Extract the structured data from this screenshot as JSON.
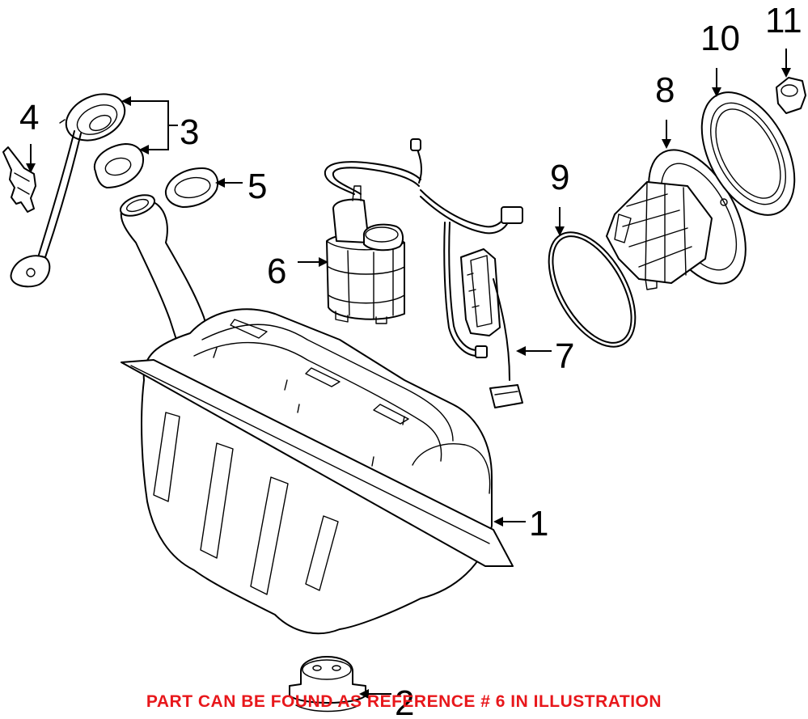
{
  "callouts": [
    {
      "id": "1",
      "label": "1",
      "part": "fuel-tank"
    },
    {
      "id": "2",
      "label": "2",
      "part": "drain-plug-cap"
    },
    {
      "id": "3",
      "label": "3",
      "part": "filler-cap-and-seal"
    },
    {
      "id": "4",
      "label": "4",
      "part": "clip"
    },
    {
      "id": "5",
      "label": "5",
      "part": "filler-neck-seal"
    },
    {
      "id": "6",
      "label": "6",
      "part": "fuel-pump"
    },
    {
      "id": "7",
      "label": "7",
      "part": "fuel-level-sender"
    },
    {
      "id": "8",
      "label": "8",
      "part": "pump-module-flange"
    },
    {
      "id": "9",
      "label": "9",
      "part": "o-ring-seal"
    },
    {
      "id": "10",
      "label": "10",
      "part": "lock-ring"
    },
    {
      "id": "11",
      "label": "11",
      "part": "nut"
    }
  ],
  "note": {
    "text": "PART CAN BE FOUND AS REFERENCE # 6 IN ILLUSTRATION",
    "color": "#e8171b"
  }
}
